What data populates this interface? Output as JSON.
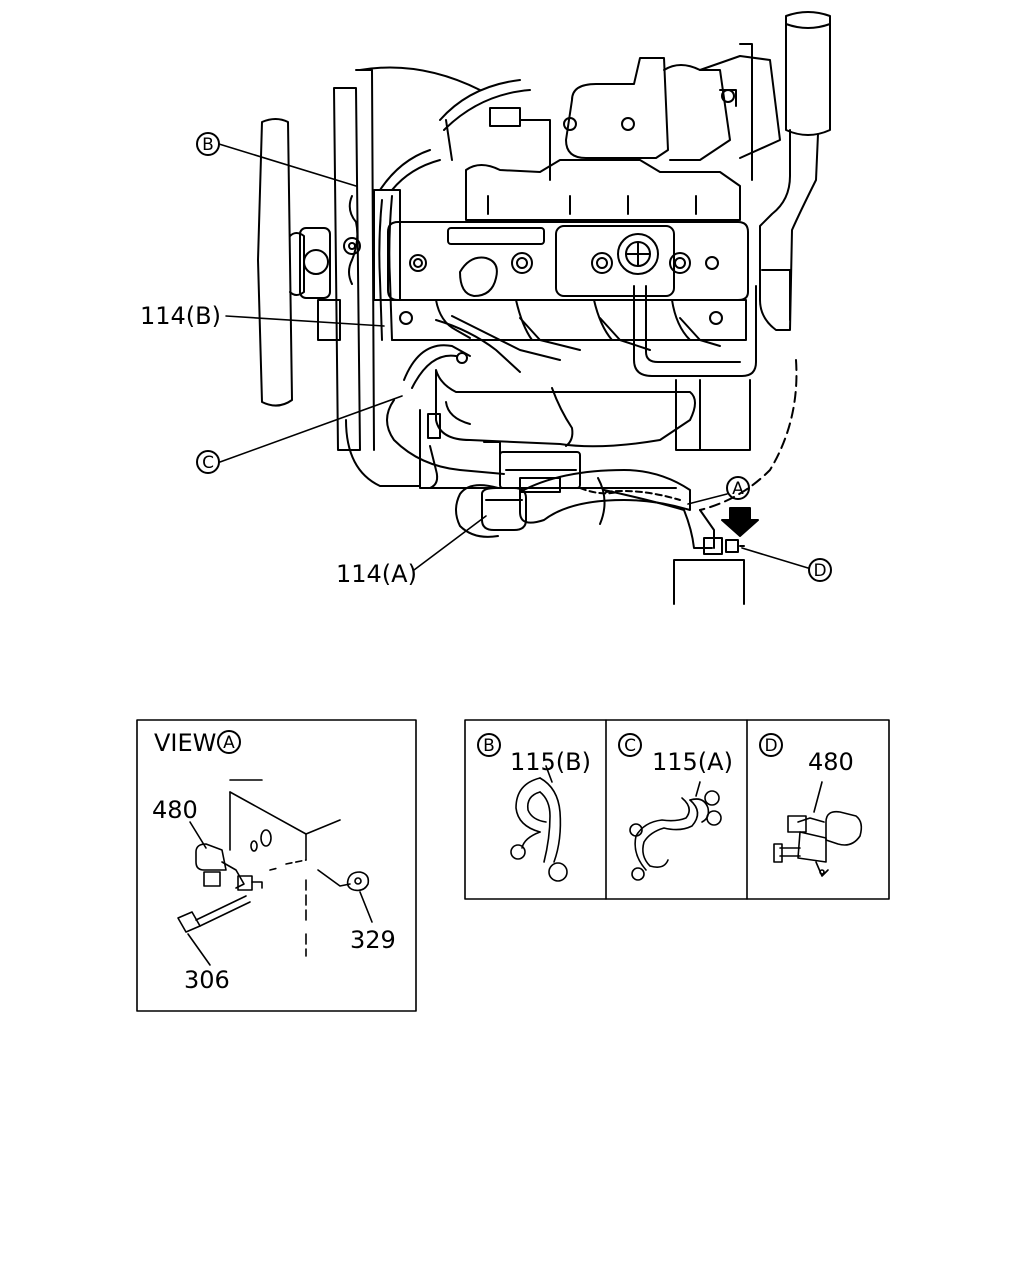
{
  "main_view": {
    "callouts": {
      "B": "B",
      "C": "C",
      "A": "A",
      "D": "D"
    },
    "labels": {
      "part_114b": "114(B)",
      "part_114a": "114(A)"
    }
  },
  "view_a_panel": {
    "title": "VIEW",
    "title_ref": "A",
    "parts": {
      "p480": "480",
      "p306": "306",
      "p329": "329"
    }
  },
  "detail_panels": [
    {
      "ref": "B",
      "part": "115(B)"
    },
    {
      "ref": "C",
      "part": "115(A)"
    },
    {
      "ref": "D",
      "part": "480"
    }
  ]
}
